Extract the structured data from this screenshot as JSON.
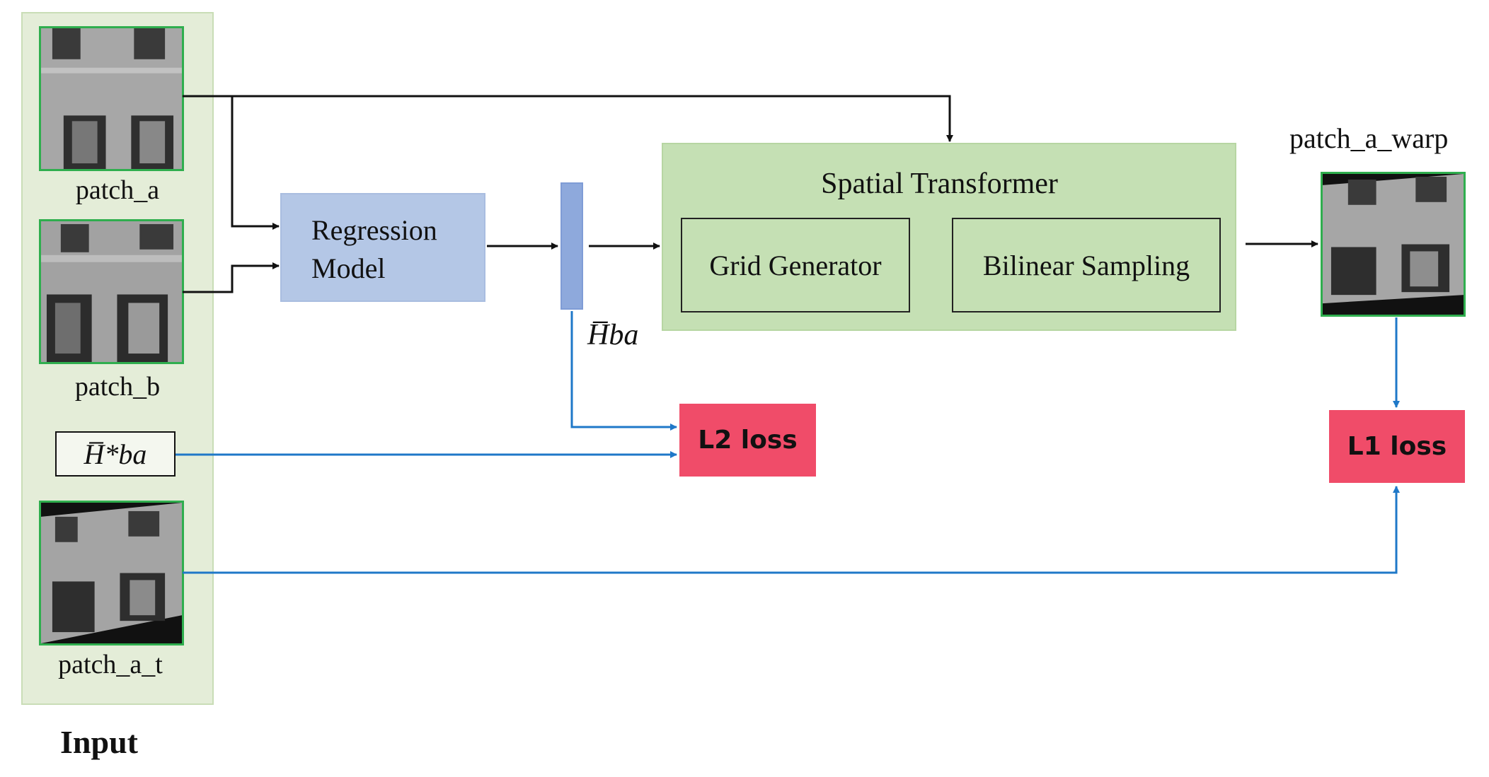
{
  "input": {
    "title": "Input",
    "patch_a": "patch_a",
    "patch_b": "patch_b",
    "patch_a_t": "patch_a_t",
    "h_star_label": "H̅*ba"
  },
  "regression": {
    "line1": "Regression",
    "line2": "Model"
  },
  "h_bar_label": "H̅ba",
  "spatial_transformer": {
    "title": "Spatial Transformer",
    "grid": "Grid Generator",
    "bilinear": "Bilinear Sampling"
  },
  "output": {
    "warp_label": "patch_a_warp"
  },
  "losses": {
    "l2": "L2 loss",
    "l1": "L1 loss"
  },
  "colors": {
    "input_panel": "#e4edd8",
    "regression": "#b4c7e6",
    "h_bar": "#8ea9dc",
    "spatial_transformer": "#c5e0b4",
    "loss": "#f04c69",
    "arrow_black": "#111111",
    "arrow_blue": "#1f78c8",
    "patch_border": "#2fae4e"
  }
}
